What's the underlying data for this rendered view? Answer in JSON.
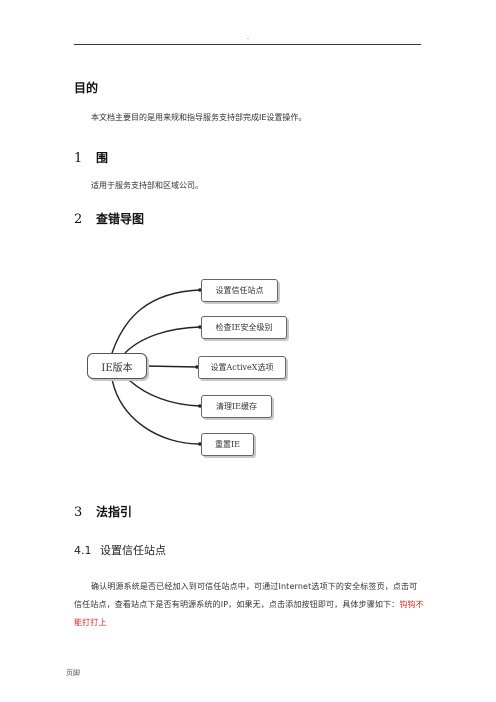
{
  "header": {
    "mark": "."
  },
  "sections": {
    "purpose": {
      "title": "目的",
      "text": "本文档主要目的是用来规和指导服务支持部完成IE设置操作。"
    },
    "scope": {
      "number": "1",
      "title": "围",
      "text": "适用于服务支持部和区域公司。"
    },
    "mindmap": {
      "number": "2",
      "title": "查错导图"
    },
    "guide": {
      "number": "3",
      "title": "法指引"
    },
    "trusted_sites": {
      "number": "4.1",
      "title": "设置信任站点",
      "text": "确认明源系统是否已经加入到可信任站点中，可通过Internet选项下的安全标签页，点击可信任站点，查看站点下是否有明源系统的IP，如果无，点击添加按钮即可，具体步骤如下：",
      "note": "钩钩不能打打上"
    }
  },
  "diagram": {
    "root": "IE版本",
    "branches": [
      "设置信任站点",
      "检查IE安全级别",
      "设置ActiveX选项",
      "清理IE缓存",
      "重置IE"
    ]
  },
  "footer": {
    "text": "页脚"
  }
}
